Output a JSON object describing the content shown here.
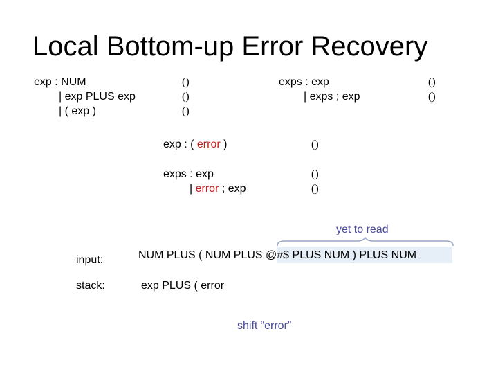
{
  "title": "Local Bottom-up Error Recovery",
  "grammar1": {
    "lines": [
      "exp : NUM",
      "| exp PLUS exp",
      "| ( exp )"
    ],
    "actions": [
      "()",
      "()",
      "()"
    ]
  },
  "grammar2": {
    "lines": [
      "exps : exp",
      "| exps ; exp"
    ],
    "actions": [
      "()",
      "()"
    ]
  },
  "rule_exp_error": {
    "prefix": "exp : ( ",
    "error": "error",
    "suffix": " )",
    "action": "()"
  },
  "rule_exps_error": {
    "line1": "exps : exp",
    "pipe": "| ",
    "error": "error",
    "suffix": " ; exp",
    "actions": [
      "()",
      "()"
    ]
  },
  "yet_to_read": "yet to read",
  "input": {
    "label": "input:",
    "consumed": "NUM PLUS ( NUM PLUS ",
    "remaining": "@#$ PLUS NUM ) PLUS NUM"
  },
  "stack": {
    "label": "stack:",
    "value": "exp PLUS ( error"
  },
  "shift_note": "shift “error”",
  "colors": {
    "error": "#c0201a",
    "note": "#4a4a9a",
    "highlight": "#e6eef8"
  }
}
